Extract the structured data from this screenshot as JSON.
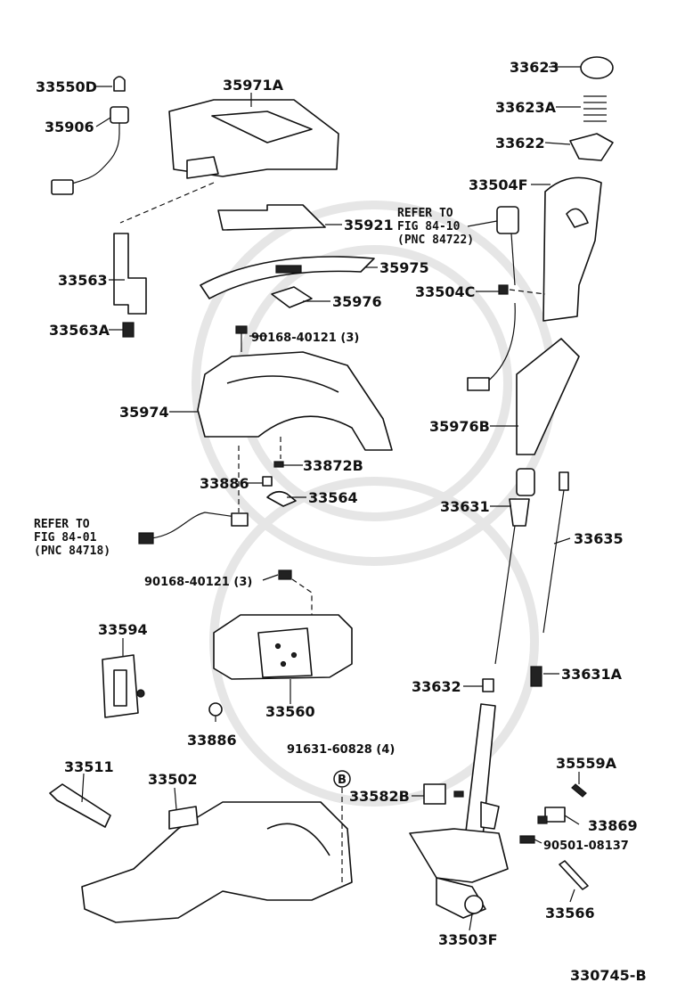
{
  "diagram_id": "330745-B",
  "parts": {
    "p33550D": "33550D",
    "p35906": "35906",
    "p35971A": "35971A",
    "p33563": "33563",
    "p33563A": "33563A",
    "p35921": "35921",
    "p35975": "35975",
    "p35976": "35976",
    "p90168_a": "90168-40121 (3)",
    "p35974": "35974",
    "p33872B": "33872B",
    "p33886_a": "33886",
    "p33564": "33564",
    "p90168_b": "90168-40121 (3)",
    "p33594": "33594",
    "p33560": "33560",
    "p33886_b": "33886",
    "p91631": "91631-60828 (4)",
    "p33511": "33511",
    "p33502": "33502",
    "p33623": "33623",
    "p33623A": "33623A",
    "p33622": "33622",
    "p33504F": "33504F",
    "p33504C": "33504C",
    "p35976B": "35976B",
    "p33631": "33631",
    "p33635": "33635",
    "p33631A": "33631A",
    "p33632": "33632",
    "p33582B": "33582B",
    "p35559A": "35559A",
    "p33869": "33869",
    "p90501": "90501-08137",
    "p33566": "33566",
    "p33503F": "33503F",
    "marker_b": "B"
  },
  "refs": {
    "ref1_line1": "REFER TO",
    "ref1_line2": "FIG 84-10",
    "ref1_line3": "(PNC 84722)",
    "ref2_line1": "REFER TO",
    "ref2_line2": "FIG 84-01",
    "ref2_line3": "(PNC 84718)"
  }
}
